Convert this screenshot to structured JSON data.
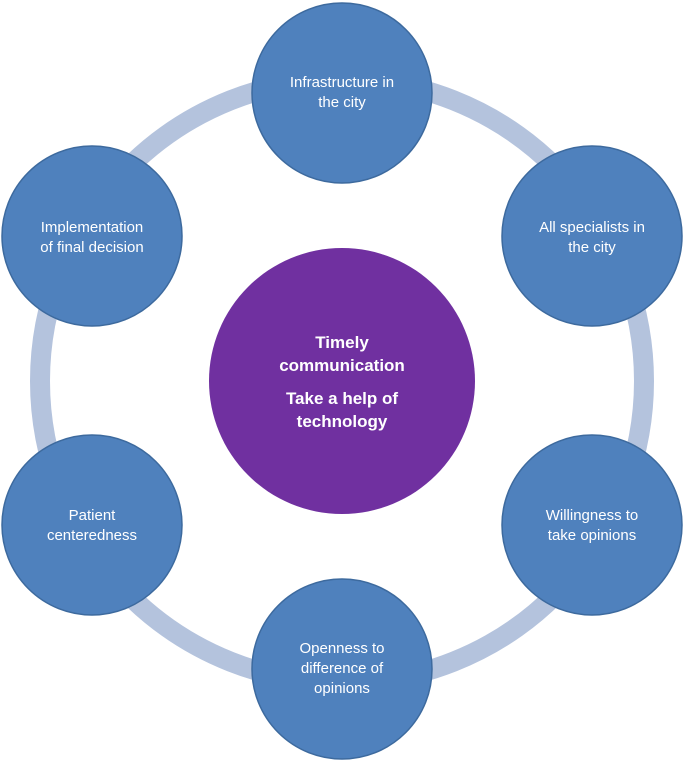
{
  "diagram": {
    "center": {
      "lines": [
        "Timely",
        "communication",
        "Take a help of",
        "technology"
      ]
    },
    "nodes": [
      {
        "id": "infrastructure",
        "lines": [
          "Infrastructure in",
          "the city"
        ]
      },
      {
        "id": "specialists",
        "lines": [
          "All specialists in",
          "the city"
        ]
      },
      {
        "id": "willingness",
        "lines": [
          "Willingness to",
          "take opinions"
        ]
      },
      {
        "id": "openness",
        "lines": [
          "Openness to",
          "difference of",
          "opinions"
        ]
      },
      {
        "id": "patient",
        "lines": [
          "Patient",
          "centeredness"
        ]
      },
      {
        "id": "implementation",
        "lines": [
          "Implementation",
          "of final decision"
        ]
      }
    ],
    "colors": {
      "node_fill": "#4f81bd",
      "node_stroke": "#3d6a9e",
      "center_fill": "#7030a0",
      "connector": "#b4c3dd",
      "text": "#ffffff"
    }
  }
}
